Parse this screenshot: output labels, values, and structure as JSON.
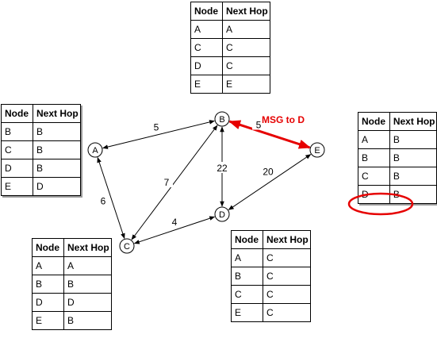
{
  "colors": {
    "highlight": "#e60000",
    "line": "#000000"
  },
  "nodes": [
    {
      "id": "A",
      "label": "A"
    },
    {
      "id": "B",
      "label": "B"
    },
    {
      "id": "C",
      "label": "C"
    },
    {
      "id": "D",
      "label": "D"
    },
    {
      "id": "E",
      "label": "E"
    }
  ],
  "edges": [
    {
      "from": "A",
      "to": "B",
      "weight": "5"
    },
    {
      "from": "A",
      "to": "C",
      "weight": "6"
    },
    {
      "from": "B",
      "to": "C",
      "weight": "7"
    },
    {
      "from": "B",
      "to": "D",
      "weight": "22"
    },
    {
      "from": "B",
      "to": "E",
      "weight": "5",
      "highlight": true
    },
    {
      "from": "C",
      "to": "D",
      "weight": "4"
    },
    {
      "from": "D",
      "to": "E",
      "weight": "20"
    }
  ],
  "message": {
    "label": "MSG to D",
    "from": "E",
    "to": "B"
  },
  "table_headers": {
    "node": "Node",
    "next_hop": "Next Hop"
  },
  "tables": {
    "A": [
      [
        "B",
        "B"
      ],
      [
        "C",
        "B"
      ],
      [
        "D",
        "B"
      ],
      [
        "E",
        "D"
      ]
    ],
    "B": [
      [
        "A",
        "A"
      ],
      [
        "C",
        "C"
      ],
      [
        "D",
        "C"
      ],
      [
        "E",
        "E"
      ]
    ],
    "C": [
      [
        "A",
        "A"
      ],
      [
        "B",
        "B"
      ],
      [
        "D",
        "D"
      ],
      [
        "E",
        "B"
      ]
    ],
    "D": [
      [
        "A",
        "C"
      ],
      [
        "B",
        "C"
      ],
      [
        "C",
        "C"
      ],
      [
        "E",
        "C"
      ]
    ],
    "E": [
      [
        "A",
        "B"
      ],
      [
        "B",
        "B"
      ],
      [
        "C",
        "B"
      ],
      [
        "D",
        "B"
      ]
    ]
  },
  "circled_entry": {
    "table": "E",
    "row": 3
  }
}
